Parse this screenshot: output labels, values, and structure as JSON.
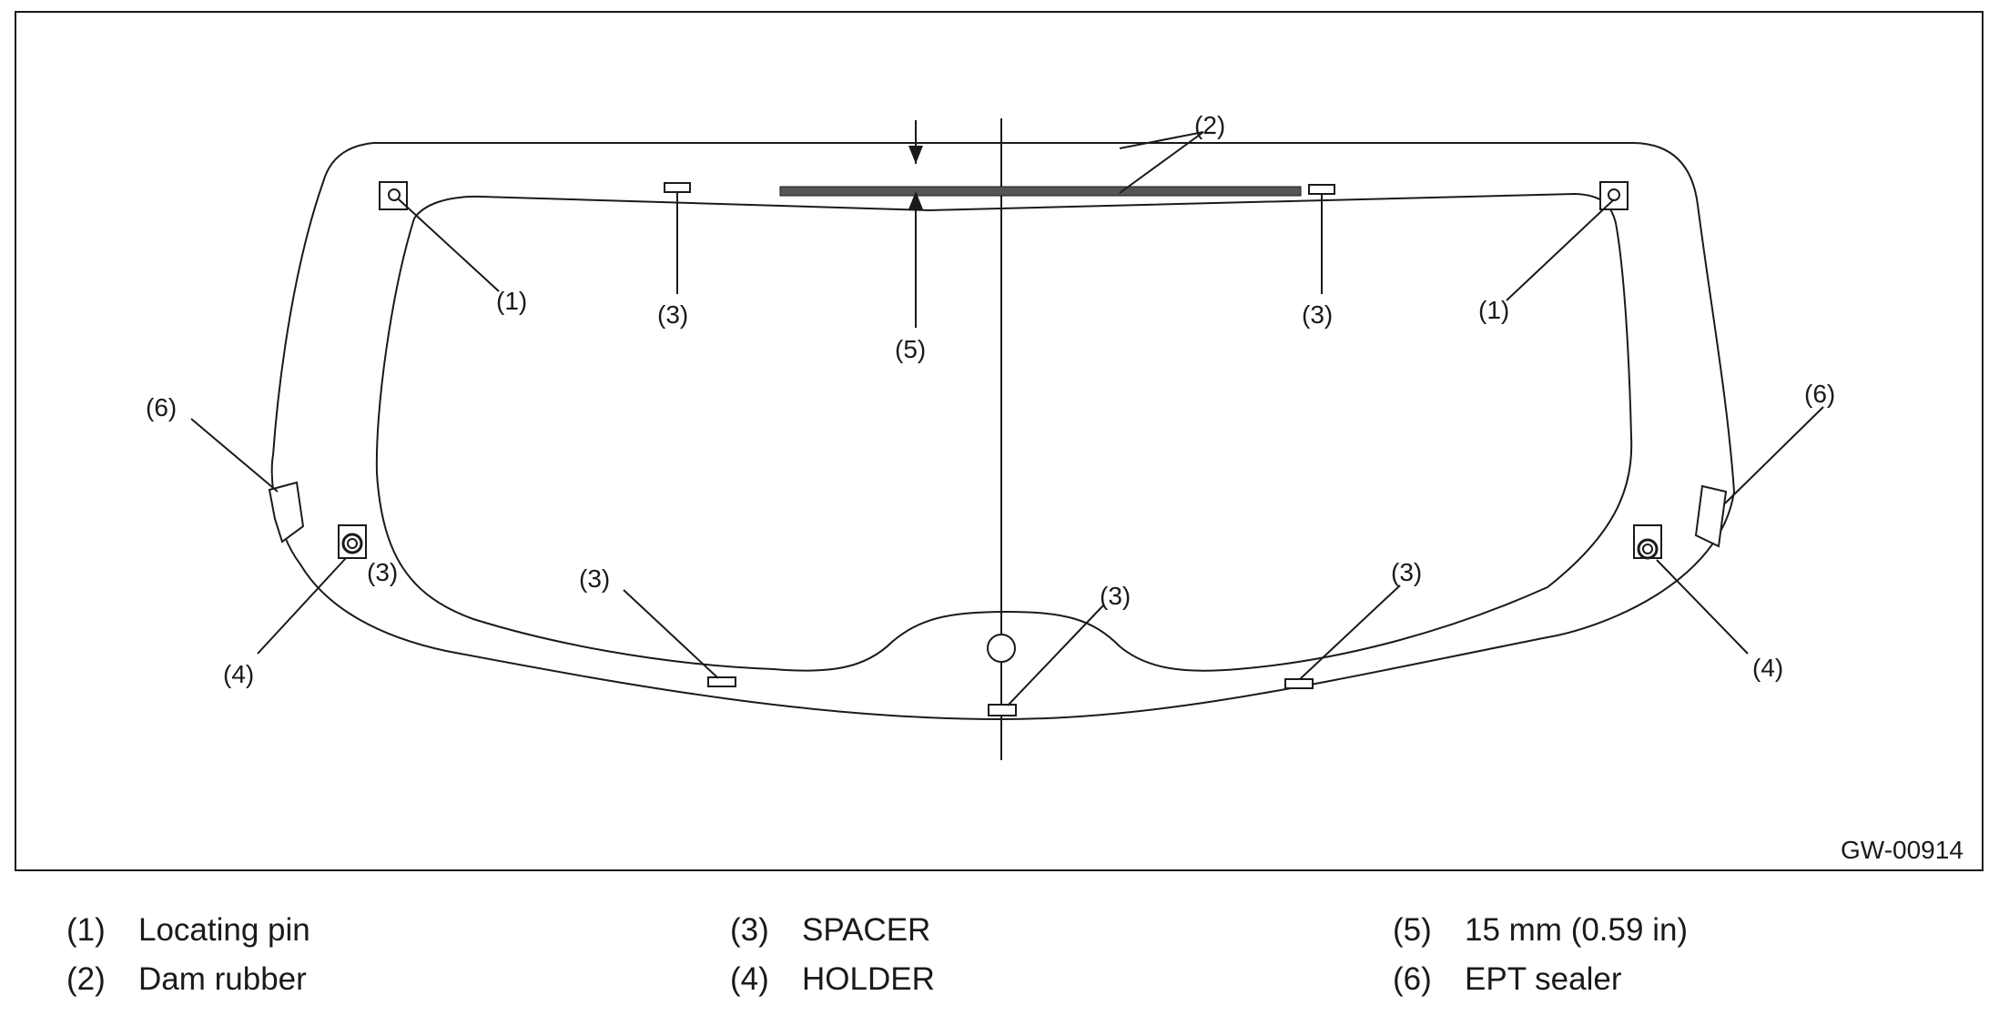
{
  "figure_id": "GW-00914",
  "callouts": {
    "c1": "(1)",
    "c2": "(2)",
    "c3": "(3)",
    "c4": "(4)",
    "c5": "(5)",
    "c6": "(6)"
  },
  "legend": [
    {
      "num": "(1)",
      "text": "Locating pin"
    },
    {
      "num": "(2)",
      "text": "Dam rubber"
    },
    {
      "num": "(3)",
      "text": "SPACER"
    },
    {
      "num": "(4)",
      "text": "HOLDER"
    },
    {
      "num": "(5)",
      "text": "15 mm (0.59 in)"
    },
    {
      "num": "(6)",
      "text": "EPT sealer"
    }
  ]
}
